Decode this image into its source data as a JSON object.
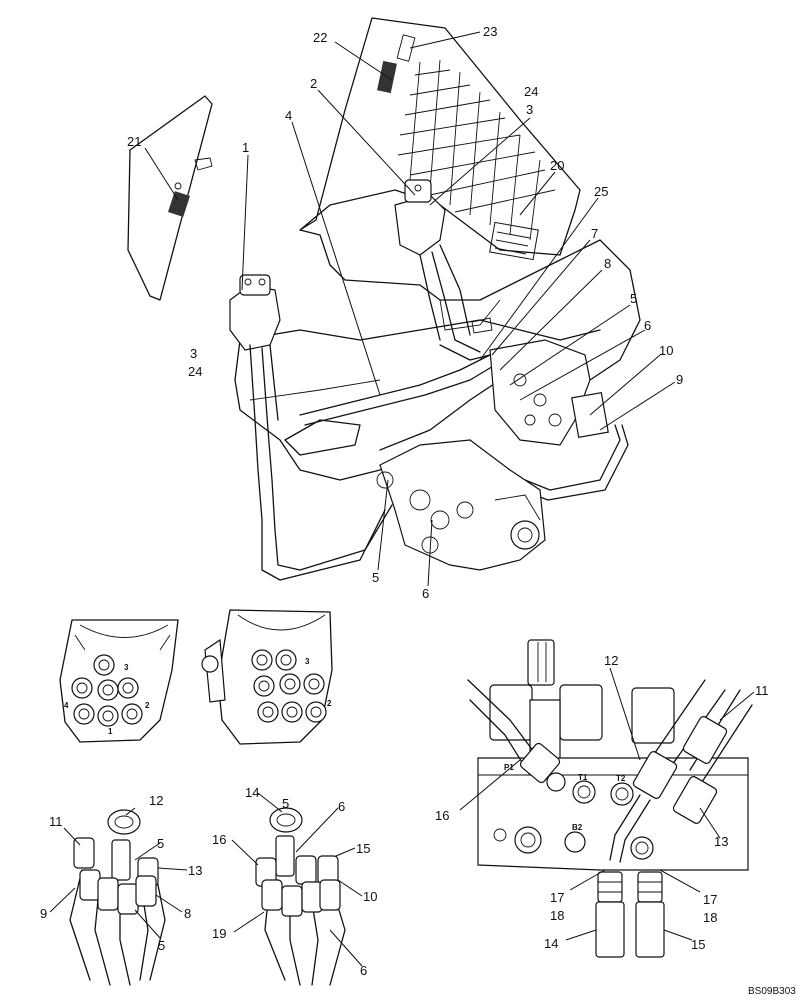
{
  "diagram": {
    "ref_code": "BS09B303",
    "callouts": {
      "c1": "1",
      "c2": "2",
      "c3a": "3",
      "c3b": "3",
      "c4": "4",
      "c5a": "5",
      "c5b": "5",
      "c5c": "5",
      "c5d": "5",
      "c5e": "5",
      "c6a": "6",
      "c6b": "6",
      "c6c": "6",
      "c6d": "6",
      "c7": "7",
      "c8a": "8",
      "c8b": "8",
      "c9a": "9",
      "c9b": "9",
      "c10a": "10",
      "c10b": "10",
      "c11a": "11",
      "c11b": "11",
      "c12a": "12",
      "c12b": "12",
      "c13a": "13",
      "c13b": "13",
      "c14a": "14",
      "c14b": "14",
      "c15a": "15",
      "c15b": "15",
      "c16a": "16",
      "c16b": "16",
      "c17a": "17",
      "c17b": "17",
      "c18a": "18",
      "c18b": "18",
      "c19": "19",
      "c20": "20",
      "c21": "21",
      "c22": "22",
      "c23": "23",
      "c24a": "24",
      "c24b": "24",
      "c25": "25"
    },
    "port_labels": {
      "left_3": "3",
      "left_4": "4",
      "left_2": "2",
      "left_1": "1",
      "right_3": "3",
      "right_2": "2",
      "P1": "P1",
      "T1": "T1",
      "T2": "T2",
      "B2": "B2"
    }
  }
}
